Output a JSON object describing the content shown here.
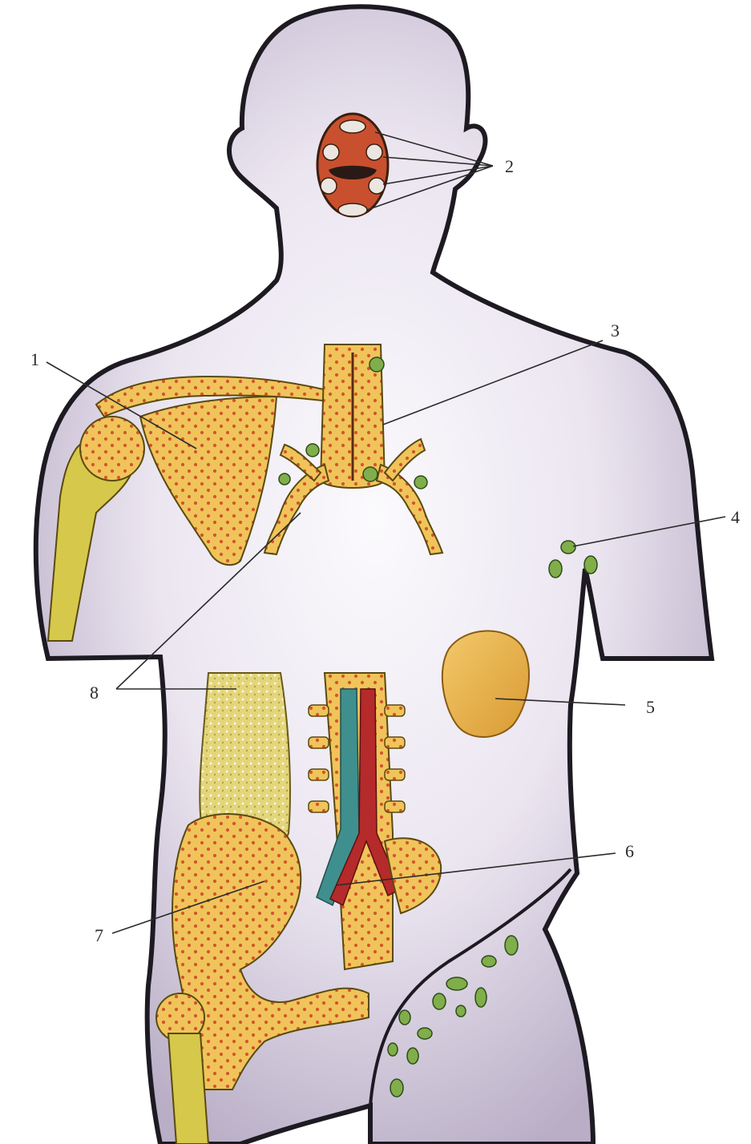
{
  "diagram": {
    "labels": [
      {
        "id": "1",
        "text": "1"
      },
      {
        "id": "2",
        "text": "2"
      },
      {
        "id": "3",
        "text": "3"
      },
      {
        "id": "4",
        "text": "4"
      },
      {
        "id": "5",
        "text": "5"
      },
      {
        "id": "6",
        "text": "6"
      },
      {
        "id": "7",
        "text": "7"
      },
      {
        "id": "8",
        "text": "8"
      }
    ],
    "colors": {
      "body_fill": "#c9bfd3",
      "body_highlight": "#f4f1f7",
      "outline": "#1e1a22",
      "marrow_yellow": "#f0c45a",
      "marrow_dot": "#d2552c",
      "humerus": "#d6c84a",
      "lymph_node": "#7fae4a",
      "spleen": "#e6a63c",
      "intestine": "#e3d57a",
      "artery": "#b52a2a",
      "vein": "#3f8f8f",
      "tonsil_red": "#c9502e"
    }
  }
}
